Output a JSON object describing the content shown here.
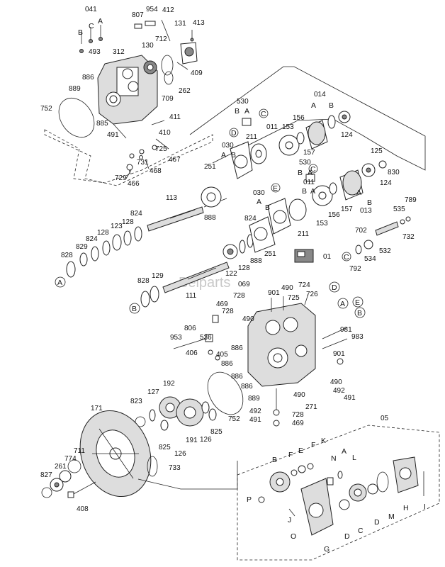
{
  "watermark": "Belparts",
  "labels": {
    "l041": "041",
    "l807": "807",
    "l954": "954",
    "l412": "412",
    "l131": "131",
    "l413": "413",
    "lB1": "B",
    "lC1": "C",
    "lA1": "A",
    "l493": "493",
    "l312": "312",
    "l712": "712",
    "l130": "130",
    "l409": "409",
    "l886a": "886",
    "l889a": "889",
    "l262": "262",
    "l709": "709",
    "l752a": "752",
    "l885": "885",
    "l411": "411",
    "l491a": "491",
    "l410": "410",
    "l725": "725",
    "l467": "467",
    "l731": "731",
    "l468": "468",
    "l729": "729",
    "l466": "466",
    "l530a": "530",
    "lBa": "B",
    "lAa": "A",
    "lCc1": "C",
    "lDc1": "D",
    "l011a": "011",
    "l153a": "153",
    "l156a": "156",
    "l014": "014",
    "lA014": "A",
    "lB014": "B",
    "l124a": "124",
    "l030a": "030",
    "lA030": "A",
    "lB030": "B",
    "l211a": "211",
    "l157a": "157",
    "l125": "125",
    "l830": "830",
    "l124b": "124",
    "l530b": "530",
    "lBb": "B",
    "lAb": "A",
    "lCc2": "C",
    "lEc1": "E",
    "l251a": "251",
    "l011b": "011",
    "lBc": "B",
    "lAc": "A",
    "l030b": "030",
    "lAd": "A",
    "lBd": "B",
    "lA013": "A",
    "lB013": "B",
    "l013": "013",
    "l153b": "153",
    "l156b": "156",
    "l157b": "157",
    "l789": "789",
    "l535": "535",
    "l732": "732",
    "l113": "113",
    "l888a": "888",
    "l824a": "824",
    "l128a": "128",
    "l123a": "123",
    "l824b": "824",
    "l128b": "128",
    "l824c": "824",
    "l211b": "211",
    "l702": "702",
    "l532": "532",
    "l534": "534",
    "l792": "792",
    "lCc3": "C",
    "l829": "829",
    "l828a": "828",
    "lAc2": "A",
    "l122": "122",
    "l128c": "128",
    "l888b": "888",
    "l251b": "251",
    "l01": "01",
    "l828b": "828",
    "l129b": "129",
    "l111": "111",
    "lBc2": "B",
    "l069": "069",
    "l728a": "728",
    "l901a": "901",
    "l490a": "490",
    "l724": "724",
    "l725b": "725",
    "l726": "726",
    "lDc2": "D",
    "lAc3": "A",
    "lEc2": "E",
    "lBc3": "B",
    "l469a": "469",
    "l728b": "728",
    "l490b": "490",
    "l806": "806",
    "l953": "953",
    "l536": "536",
    "l406": "406",
    "l405": "405",
    "l886b": "886",
    "l886c": "886",
    "l886d": "886",
    "l886e": "886",
    "l889b": "889",
    "l981": "981",
    "l983": "983",
    "l901b": "901",
    "l490c": "490",
    "l490d": "490",
    "l492a": "492",
    "l491b": "491",
    "l271": "271",
    "l492b": "492",
    "l491c": "491",
    "l728c": "728",
    "l469b": "469",
    "l192": "192",
    "l127": "127",
    "l823": "823",
    "l752b": "752",
    "l171": "171",
    "l191": "191",
    "l126a": "126",
    "l825a": "825",
    "l825b": "825",
    "l126b": "126",
    "l711": "711",
    "l774": "774",
    "l261": "261",
    "l827": "827",
    "l408": "408",
    "l733": "733",
    "l05": "05",
    "lBs": "B",
    "lFs1": "F",
    "lEs": "E",
    "lFs2": "F",
    "lKs": "K",
    "lNs": "N",
    "lAs": "A",
    "lLs": "L",
    "lPs": "P",
    "lJs": "J",
    "lOs": "O",
    "lGs": "G",
    "lDs1": "D",
    "lCs": "C",
    "lDs2": "D",
    "lMs": "M",
    "lHs": "H",
    "lIs": "I"
  }
}
